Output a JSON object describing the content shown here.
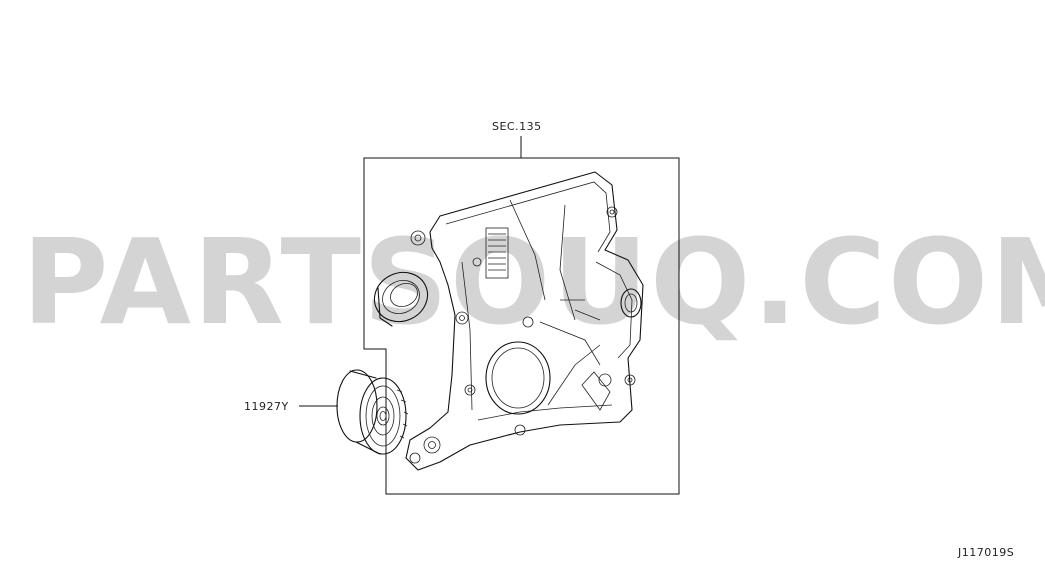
{
  "diagram": {
    "section_label": "SEC.135",
    "part_label": "11927Y",
    "diagram_id": "J117019S",
    "watermark": "PARTSOUQ.COM"
  }
}
